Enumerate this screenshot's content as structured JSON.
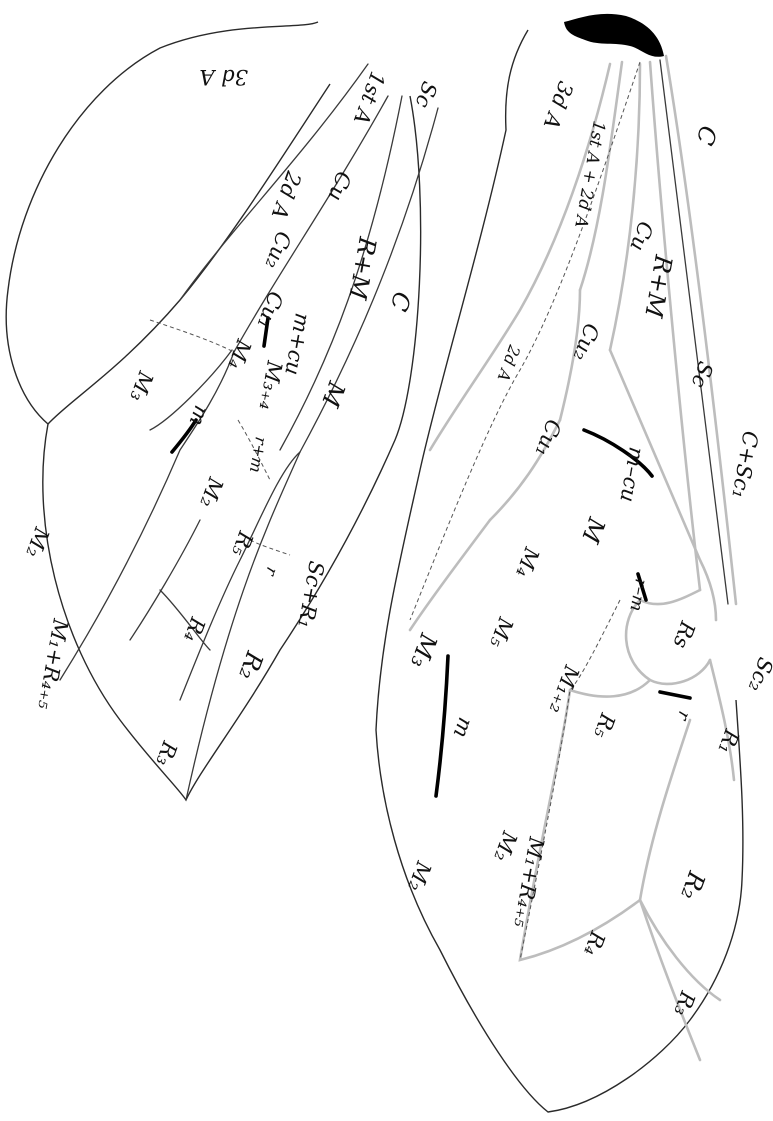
{
  "colors": {
    "background": "#ffffff",
    "ink": "#111111",
    "vein_grey": "#bdbdbd",
    "sclerite": "#000000"
  },
  "labels": {
    "A3d_top": "3d A",
    "A1st_top": "1st A",
    "Sc_top": "Sc",
    "A2d_top": "2d A",
    "Cu_top": "Cu",
    "Cu2_top": "Cu₂",
    "Cu1_top": "Cu₁",
    "RM_top": "R+M",
    "C_top": "C",
    "mcu_top": "m+cu",
    "M_top": "M",
    "M4_top": "M₄",
    "M34_top": "M₃₊₄",
    "M3_top": "M₃",
    "m_top": "m",
    "rm_top": "r+m",
    "M2_top": "M₂",
    "R5_top": "R₅",
    "r_top": "r",
    "ScR1_top": "Sc+R₁",
    "M2_edge_top": "M₂",
    "R4_top": "R₄",
    "R2_top": "R₂",
    "M1R45_top": "M₁+R₄₊₅",
    "R3_top": "R₃",
    "A3d_bot": "3d A",
    "A12_bot": "1st A + 2d A",
    "C_bot": "C",
    "Cu_bot": "Cu",
    "RM_bot": "R+M",
    "Cu2_bot": "Cu₂",
    "Sc_bot": "Sc",
    "A2d_bot": "2d A",
    "mcu_bot": "m–cu",
    "CSc1_bot": "C+Sc₁",
    "Cu1_bot": "Cu₁",
    "M_bot": "M",
    "M4_bot": "M₄",
    "rm_bot": "r–m",
    "Rs_bot": "Rs",
    "M5_bot": "M₅",
    "Sc2_bot": "Sc₂",
    "M3_bot": "M₃",
    "M12_bot": "M₁₊₂",
    "m_bot": "m",
    "r_bot": "r",
    "R1_bot": "R₁",
    "R5_bot": "R₅",
    "M1R45_bot": "M₁+R₄₊₅",
    "M2b_bot": "M₂",
    "M2_bot": "M₂",
    "R2_bot": "R₂",
    "R4_bot": "R₄",
    "R3_bot": "R₃"
  }
}
